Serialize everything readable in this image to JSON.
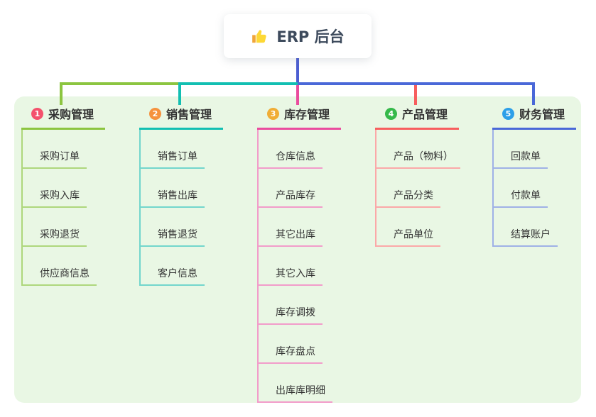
{
  "root": {
    "title": "ERP 后台",
    "icon": "thumbs-up",
    "line_color": "#4c5ed2"
  },
  "branches": [
    {
      "num": "1",
      "label": "采购管理",
      "color": "#8cc540",
      "light": "#aed77c",
      "badge_color": "#f4516c",
      "children": [
        "采购订单",
        "采购入库",
        "采购退货",
        "供应商信息"
      ]
    },
    {
      "num": "2",
      "label": "销售管理",
      "color": "#13bfb2",
      "light": "#72d6cc",
      "badge_color": "#f5923e",
      "children": [
        "销售订单",
        "销售出库",
        "销售退货",
        "客户信息"
      ]
    },
    {
      "num": "3",
      "label": "库存管理",
      "color": "#ea4c9e",
      "light": "#f29cca",
      "badge_color": "#f0ad36",
      "children": [
        "仓库信息",
        "产品库存",
        "其它出库",
        "其它入库",
        "库存调拨",
        "库存盘点",
        "出库库明细"
      ]
    },
    {
      "num": "4",
      "label": "产品管理",
      "color": "#f75e5e",
      "light": "#fba8a8",
      "badge_color": "#35b94a",
      "children": [
        "产品（物料）",
        "产品分类",
        "产品单位"
      ]
    },
    {
      "num": "5",
      "label": "财务管理",
      "color": "#4a68d8",
      "light": "#9fb1e6",
      "badge_color": "#2d9fe8",
      "children": [
        "回款单",
        "付款单",
        "结算账户"
      ]
    }
  ],
  "panel_color": "#e9f7e4",
  "icon_colors": {
    "thumb_main": "#fdd835",
    "thumb_cuff": "#f0a63a"
  }
}
